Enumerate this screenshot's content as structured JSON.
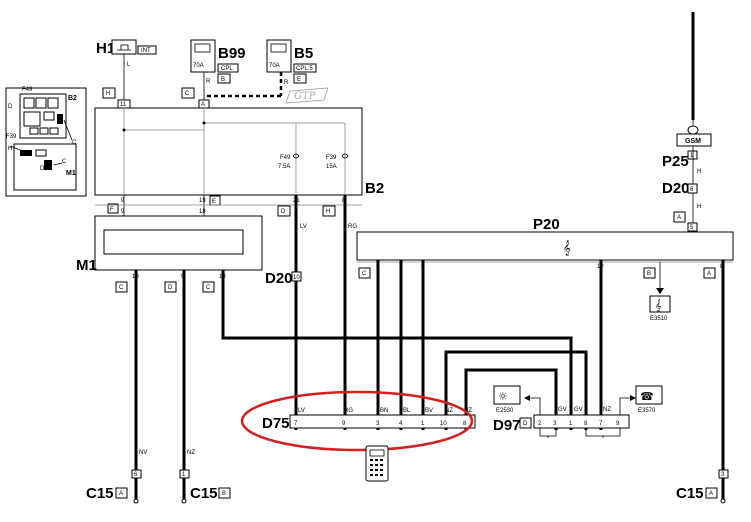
{
  "components": {
    "h1": {
      "label": "H1",
      "tag": "INT",
      "wire": "L",
      "conn": "H",
      "pin": "11"
    },
    "b99": {
      "label": "B99",
      "fuse": "70A",
      "tag": "CPL",
      "conn_side": "B",
      "conn": "C",
      "pin": "A",
      "wire": "R"
    },
    "b5": {
      "label": "B5",
      "fuse": "70A",
      "tag": "CPL.5",
      "conn_side": "E",
      "wire": "R",
      "gtp": "GTP"
    },
    "b2": {
      "label": "B2",
      "fuse1_name": "F49",
      "fuse1_value": "7.5A",
      "fuse2_name": "F39",
      "fuse2_value": "15A",
      "pin_out1": "9",
      "pin_out2": "18",
      "conn_out": "E",
      "conn_pins_f": "F",
      "pin21": "21",
      "pin8": "8",
      "conn_d": "D",
      "conn_h": "H"
    },
    "m1": {
      "label": "M1",
      "pin10": "10",
      "pin9": "9",
      "pin18": "18",
      "conn_c1": "C",
      "conn_d": "D",
      "conn_c2": "C",
      "in_pin9": "9",
      "in_pin18": "18",
      "conn_f": "F"
    },
    "d20_left": {
      "label": "D20",
      "pin": "10",
      "wire_lv": "LV",
      "wire_rg": "RG"
    },
    "p20": {
      "label": "P20",
      "conn_c": "C",
      "pins": [
        "8",
        "7",
        "9"
      ],
      "pin12": "12",
      "conn_b": "B",
      "conn_a": "A",
      "pin_a": "8"
    },
    "p25": {
      "label": "P25",
      "gsm": "GSM",
      "pin": "1",
      "wire": "H"
    },
    "d20_right": {
      "label": "D20",
      "pin": "6",
      "wire": "H",
      "conn": "A",
      "pin5": "5"
    },
    "e3510": {
      "label": "E3510"
    },
    "d75": {
      "label": "D75",
      "wires": [
        "LV",
        "RG",
        "BN",
        "BL",
        "BV",
        "NZ",
        "NZ"
      ],
      "pins": [
        "7",
        "9",
        "3",
        "4",
        "1",
        "10",
        "8"
      ]
    },
    "d97": {
      "label": "D97",
      "conn": "D",
      "pins": [
        "2",
        "3",
        "1",
        "8",
        "7",
        "9"
      ],
      "wires": [
        "GV",
        "GV",
        "NZ"
      ]
    },
    "e2530": {
      "label": "E2530"
    },
    "e3570": {
      "label": "E3570"
    },
    "c15_1": {
      "label": "C15",
      "conn": "A",
      "pin": "6",
      "wire": "NV"
    },
    "c15_2": {
      "label": "C15",
      "conn": "B",
      "pin": "1",
      "wire": "NZ"
    },
    "c15_3": {
      "label": "C15",
      "conn": "A",
      "pin": "3"
    },
    "inset": {
      "f49": "F49",
      "b2": "B2",
      "d": "D",
      "f39": "F39",
      "h": "H",
      "c": "C",
      "m1": "M1",
      "d2": "D"
    }
  }
}
